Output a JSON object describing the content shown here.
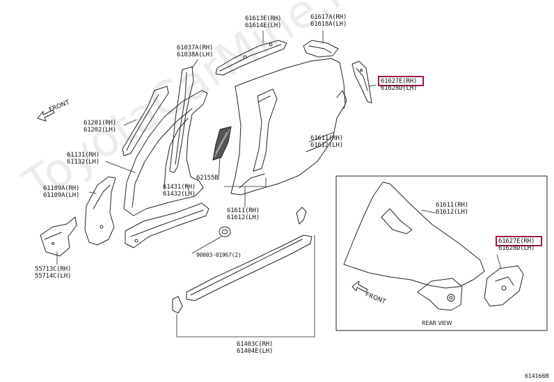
{
  "watermark": "ToyotaCarMine.ru",
  "labels": {
    "p61613": [
      "61613E(RH)",
      "61614E(LH)"
    ],
    "p61617": [
      "61617A(RH)",
      "61618A(LH)"
    ],
    "p61037": [
      "61037A(RH)",
      "61038A(LH)"
    ],
    "p61627_main": [
      "61627E(RH)",
      "61628D(LH)"
    ],
    "p61201": [
      "61201(RH)",
      "61202(LH)"
    ],
    "p61611_main": [
      "61611(RH)",
      "61612(LH)"
    ],
    "p61131": [
      "61131(RH)",
      "61132(LH)"
    ],
    "p62155": [
      "62155B"
    ],
    "p61109": [
      "61109A(RH)",
      "61109A(LH)"
    ],
    "p61431": [
      "61431(RH)",
      "61432(LH)"
    ],
    "p61611_lower": [
      "61611(RH)",
      "61612(LH)"
    ],
    "p55713": [
      "55713C(RH)",
      "55714C(LH)"
    ],
    "p90003": [
      "90003-01967(2)"
    ],
    "p61403": [
      "61403C(RH)",
      "61404E(LH)"
    ],
    "inset_61611": [
      "61611(RH)",
      "61612(LH)"
    ],
    "inset_61627": [
      "61627E(RH)",
      "61628D(LH)"
    ]
  },
  "front_main": "FRONT",
  "front_inset": "FRONT",
  "inset_caption": "REAR VIEW",
  "diagram_code": "614166B",
  "colors": {
    "highlight": "#a0154a",
    "line": "#222222"
  }
}
